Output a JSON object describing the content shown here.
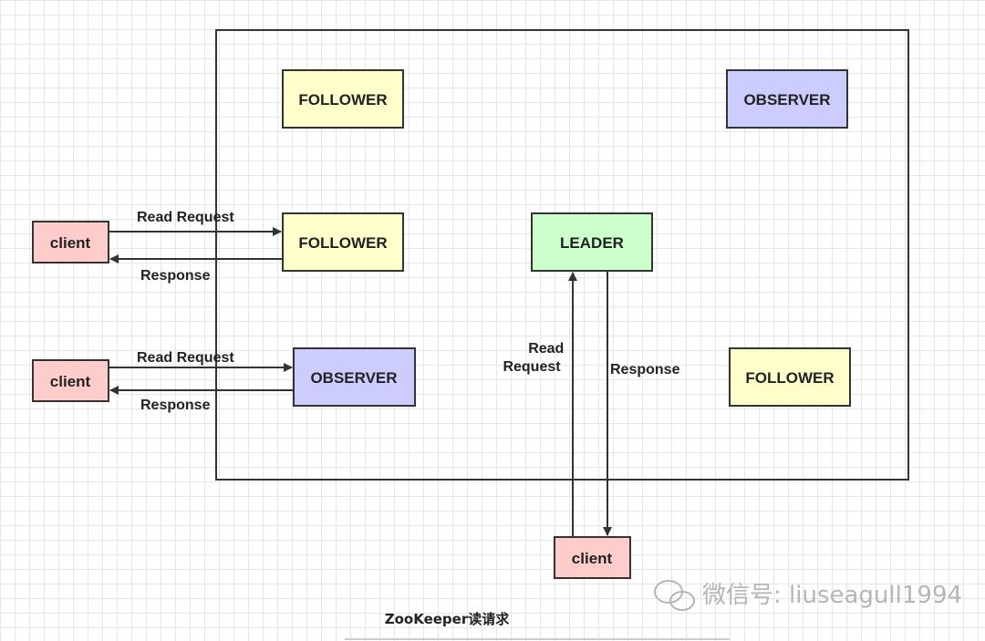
{
  "colors": {
    "follower": "#ffffcc",
    "observer": "#ccccff",
    "leader": "#ccffcc",
    "client": "#ffcccc",
    "stroke": "#333333"
  },
  "nodes": {
    "follower_top": "FOLLOWER",
    "observer_top": "OBSERVER",
    "follower_mid": "FOLLOWER",
    "leader": "LEADER",
    "observer_mid": "OBSERVER",
    "follower_right": "FOLLOWER",
    "client_1": "client",
    "client_2": "client",
    "client_3": "client"
  },
  "edges": {
    "client1_request": "Read Request",
    "client1_response": "Response",
    "client2_request": "Read Request",
    "client2_response": "Response",
    "client3_request_line1": "Read",
    "client3_request_line2": "Request",
    "client3_response": "Response"
  },
  "caption": "ZooKeeper读请求",
  "watermark": "微信号: liuseagull1994"
}
